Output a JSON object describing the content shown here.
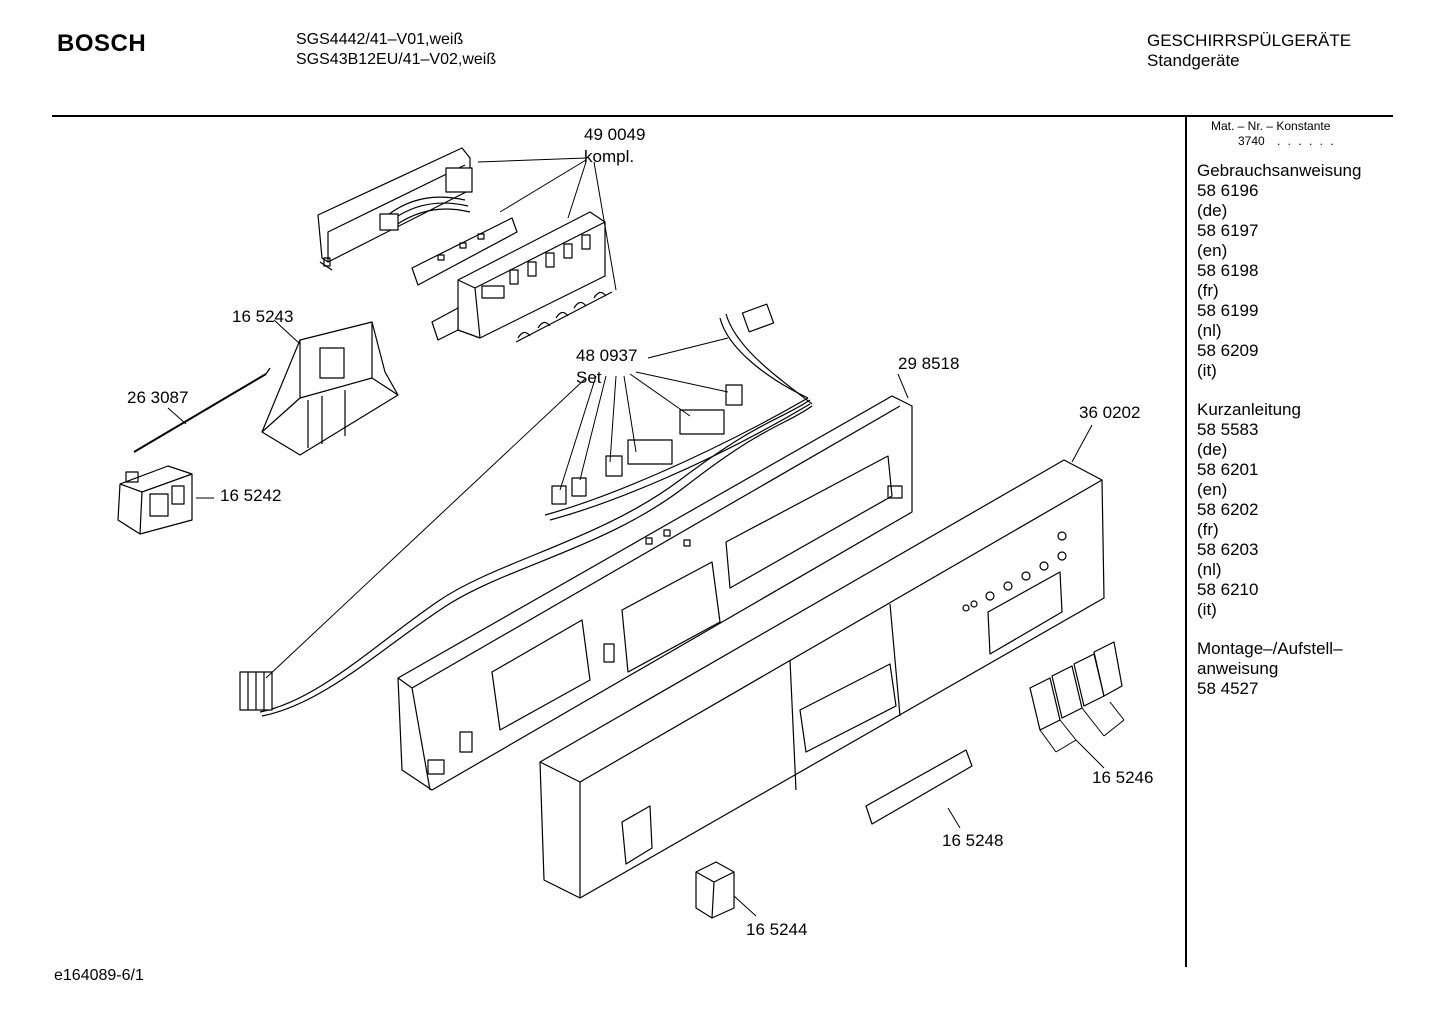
{
  "header": {
    "brand": "BOSCH",
    "model_line_1": "SGS4442/41–V01,weiß",
    "model_line_2": "SGS43B12EU/41–V02,weiß",
    "category_line_1": "GESCHIRRSPÜLGERÄTE",
    "category_line_2": "Standgeräte"
  },
  "sidebar": {
    "konstante_label": "Mat. – Nr. – Konstante",
    "konstante_value": "3740",
    "konstante_dots": ". . . . . .",
    "docs": [
      {
        "title": "Gebrauchsanweisung",
        "entries": [
          "58 6196",
          "(de)",
          "58 6197",
          "(en)",
          "58 6198",
          "(fr)",
          "58 6199",
          "(nl)",
          "58 6209",
          "(it)"
        ]
      },
      {
        "title": "Kurzanleitung",
        "entries": [
          "58 5583",
          "(de)",
          "58 6201",
          "(en)",
          "58 6202",
          "(fr)",
          "58 6203",
          "(nl)",
          "58 6210",
          "(it)"
        ]
      },
      {
        "title": "Montage–/Aufstell–",
        "entries": [
          "anweisung",
          "58 4527"
        ]
      }
    ]
  },
  "parts": {
    "p490049": "49 0049",
    "p490049_note": "kompl.",
    "p165243": "16 5243",
    "p263087": "26 3087",
    "p165242": "16 5242",
    "p480937": "48 0937",
    "p480937_note": "Set",
    "p298518": "29 8518",
    "p360202": "36 0202",
    "p165246": "16 5246",
    "p165248": "16 5248",
    "p165244": "16 5244"
  },
  "footer": {
    "drawing_id": "e164089-6/1"
  }
}
